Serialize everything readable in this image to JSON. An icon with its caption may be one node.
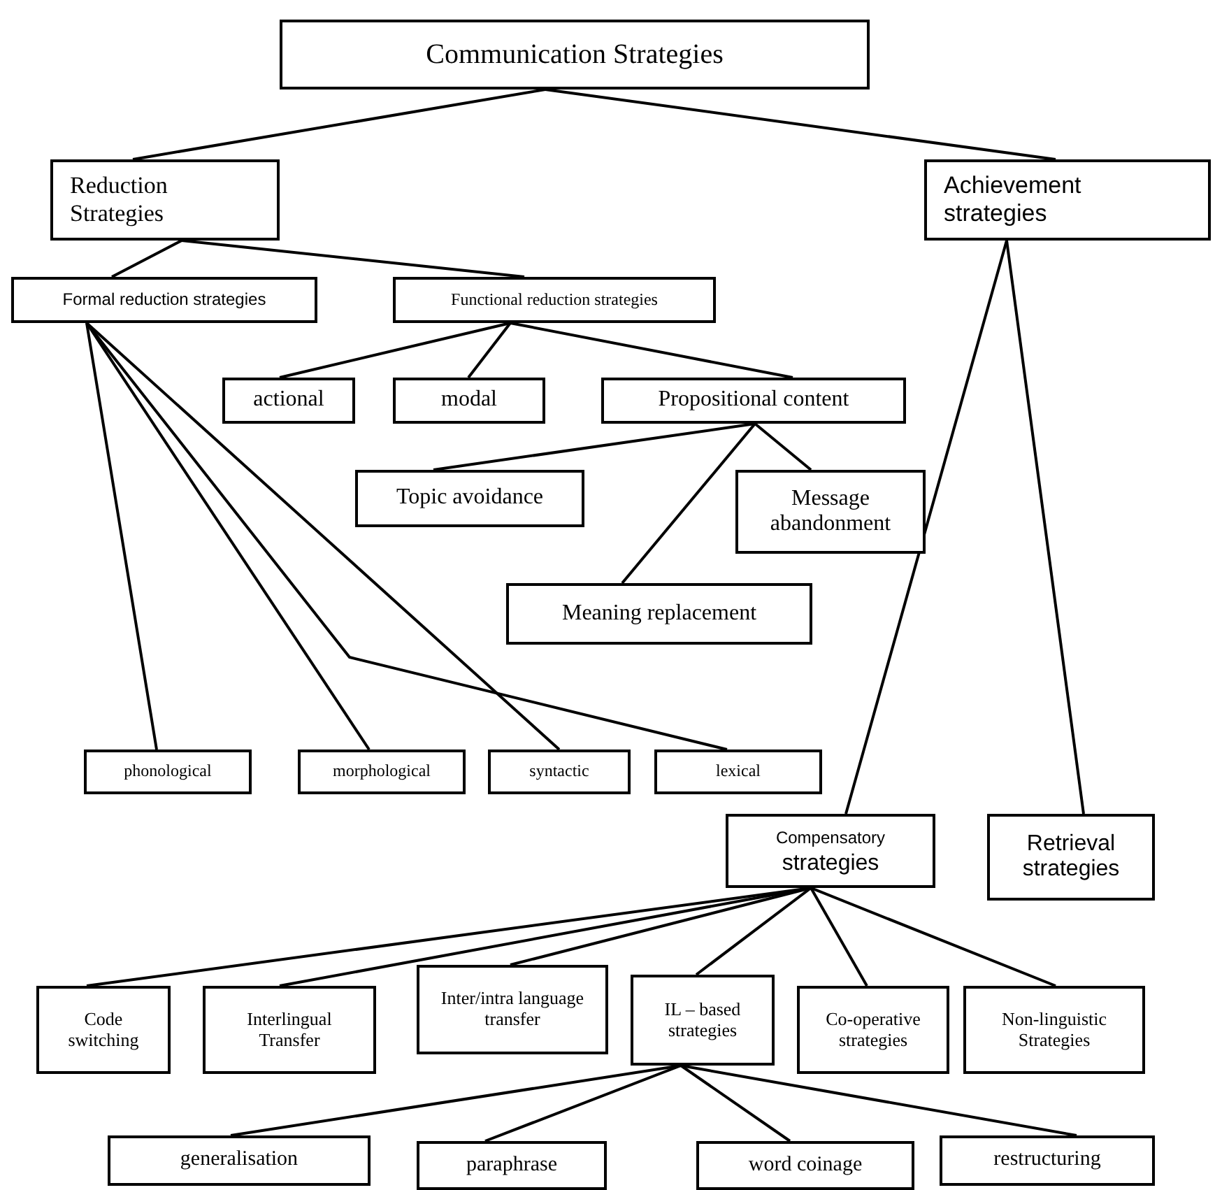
{
  "diagram": {
    "nodes": [
      {
        "text": [
          "Communication Strategies"
        ]
      },
      {
        "text": [
          "Reduction Strategies"
        ]
      },
      {
        "text": [
          "Achievement strategies"
        ]
      },
      {
        "text": [
          "Formal reduction strategies"
        ]
      },
      {
        "text": [
          "Functional reduction strategies"
        ]
      },
      {
        "text": [
          "actional"
        ]
      },
      {
        "text": [
          "modal"
        ]
      },
      {
        "text": [
          "Propositional content"
        ]
      },
      {
        "text": [
          "Topic avoidance"
        ]
      },
      {
        "text": [
          "Message abandonment"
        ]
      },
      {
        "text": [
          "Meaning replacement"
        ]
      },
      {
        "text": [
          "phonological"
        ]
      },
      {
        "text": [
          "morphological"
        ]
      },
      {
        "text": [
          "syntactic"
        ]
      },
      {
        "text": [
          "lexical"
        ]
      },
      {
        "text": [
          "Compensatory strategies"
        ]
      },
      {
        "text": [
          "Retrieval strategies"
        ]
      },
      {
        "text": [
          "Code switching"
        ]
      },
      {
        "text": [
          "Interlingual Transfer"
        ]
      },
      {
        "text": [
          "Inter/intra language transfer"
        ]
      },
      {
        "text": [
          "IL – based strategies"
        ]
      },
      {
        "text": [
          "Co-operative strategies"
        ]
      },
      {
        "text": [
          "Non-linguistic Strategies"
        ]
      },
      {
        "text": [
          "generalisation"
        ]
      },
      {
        "text": [
          "paraphrase"
        ]
      },
      {
        "text": [
          "word coinage"
        ]
      },
      {
        "text": [
          "restructuring"
        ]
      }
    ],
    "edges": [
      {
        "from": 0,
        "to": 1,
        "arrow": "none"
      },
      {
        "from": 0,
        "to": 2,
        "arrow": "none"
      },
      {
        "from": 1,
        "to": 3,
        "arrow": "none"
      },
      {
        "from": 1,
        "to": 4,
        "arrow": "none"
      },
      {
        "from": 4,
        "to": 5,
        "arrow": "none"
      },
      {
        "from": 4,
        "to": 6,
        "arrow": "none"
      },
      {
        "from": 4,
        "to": 7,
        "arrow": "none"
      },
      {
        "from": 7,
        "to": 8,
        "arrow": "none"
      },
      {
        "from": 7,
        "to": 9,
        "arrow": "none"
      },
      {
        "from": 7,
        "to": 10,
        "arrow": "none"
      },
      {
        "from": 3,
        "to": 11,
        "arrow": "none"
      },
      {
        "from": 3,
        "to": 12,
        "arrow": "none"
      },
      {
        "from": 3,
        "to": 13,
        "arrow": "none"
      },
      {
        "from": 3,
        "to": 14,
        "arrow": "none"
      },
      {
        "from": 2,
        "to": 15,
        "arrow": "none"
      },
      {
        "from": 2,
        "to": 16,
        "arrow": "none"
      },
      {
        "from": 15,
        "to": 17,
        "arrow": "none"
      },
      {
        "from": 15,
        "to": 18,
        "arrow": "none"
      },
      {
        "from": 15,
        "to": 19,
        "arrow": "none"
      },
      {
        "from": 15,
        "to": 20,
        "arrow": "none"
      },
      {
        "from": 15,
        "to": 21,
        "arrow": "none"
      },
      {
        "from": 15,
        "to": 22,
        "arrow": "none"
      },
      {
        "from": 20,
        "to": 23,
        "arrow": "none"
      },
      {
        "from": 20,
        "to": 24,
        "arrow": "none"
      },
      {
        "from": 20,
        "to": 25,
        "arrow": "none"
      },
      {
        "from": 20,
        "to": 26,
        "arrow": "none"
      }
    ]
  }
}
